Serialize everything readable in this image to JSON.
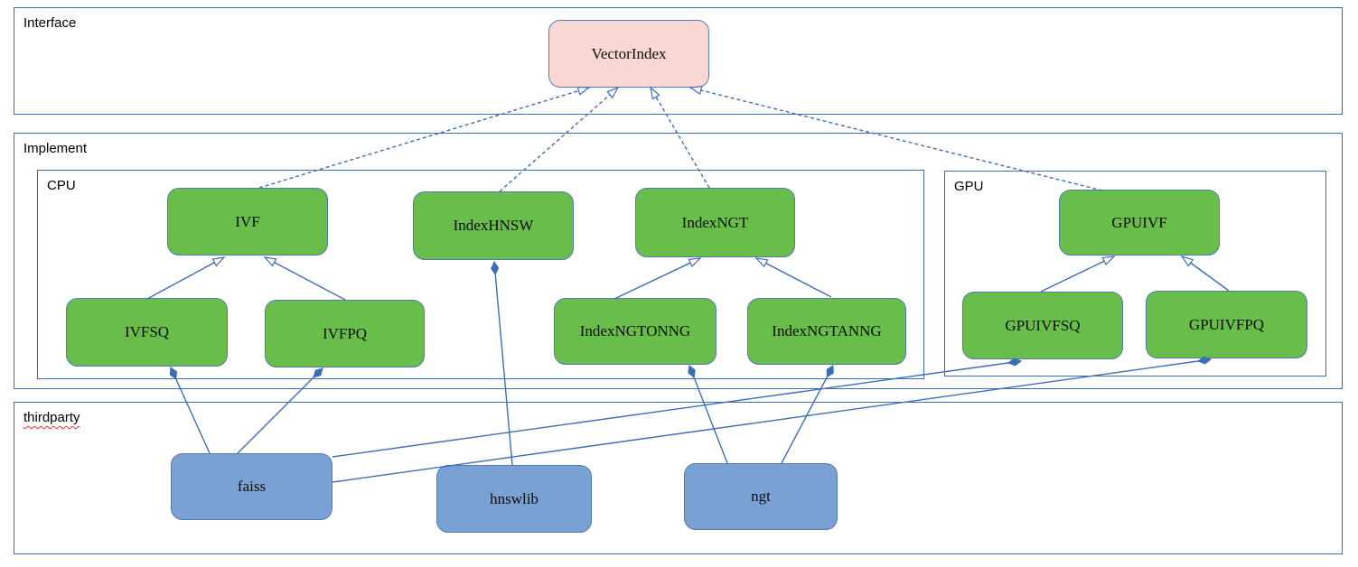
{
  "diagram": {
    "groups": {
      "interface": {
        "label": "Interface"
      },
      "implement": {
        "label": "Implement"
      },
      "cpu": {
        "label": "CPU"
      },
      "gpu": {
        "label": "GPU"
      },
      "thirdparty": {
        "label": "thirdparty"
      }
    },
    "nodes": {
      "vectorindex": {
        "label": "VectorIndex",
        "kind": "interface",
        "group": "interface"
      },
      "ivf": {
        "label": "IVF",
        "kind": "class",
        "group": "cpu"
      },
      "indexhnsw": {
        "label": "IndexHNSW",
        "kind": "class",
        "group": "cpu"
      },
      "indexngt": {
        "label": "IndexNGT",
        "kind": "class",
        "group": "cpu"
      },
      "ivfsq": {
        "label": "IVFSQ",
        "kind": "class",
        "group": "cpu"
      },
      "ivfpq": {
        "label": "IVFPQ",
        "kind": "class",
        "group": "cpu"
      },
      "indexngtonng": {
        "label": "IndexNGTONNG",
        "kind": "class",
        "group": "cpu"
      },
      "indexngtanng": {
        "label": "IndexNGTANNG",
        "kind": "class",
        "group": "cpu"
      },
      "gpuivf": {
        "label": "GPUIVF",
        "kind": "class",
        "group": "gpu"
      },
      "gpuivfsq": {
        "label": "GPUIVFSQ",
        "kind": "class",
        "group": "gpu"
      },
      "gpuivfpq": {
        "label": "GPUIVFPQ",
        "kind": "class",
        "group": "gpu"
      },
      "faiss": {
        "label": "faiss",
        "kind": "library",
        "group": "thirdparty"
      },
      "hnswlib": {
        "label": "hnswlib",
        "kind": "library",
        "group": "thirdparty"
      },
      "ngt": {
        "label": "ngt",
        "kind": "library",
        "group": "thirdparty"
      }
    },
    "edges": [
      {
        "source": "IVF",
        "target": "VectorIndex",
        "type": "realization"
      },
      {
        "source": "IndexHNSW",
        "target": "VectorIndex",
        "type": "realization"
      },
      {
        "source": "IndexNGT",
        "target": "VectorIndex",
        "type": "realization"
      },
      {
        "source": "GPUIVF",
        "target": "VectorIndex",
        "type": "realization"
      },
      {
        "source": "IVFSQ",
        "target": "IVF",
        "type": "generalization"
      },
      {
        "source": "IVFPQ",
        "target": "IVF",
        "type": "generalization"
      },
      {
        "source": "IndexNGTONNG",
        "target": "IndexNGT",
        "type": "generalization"
      },
      {
        "source": "IndexNGTANNG",
        "target": "IndexNGT",
        "type": "generalization"
      },
      {
        "source": "GPUIVFSQ",
        "target": "GPUIVF",
        "type": "generalization"
      },
      {
        "source": "GPUIVFPQ",
        "target": "GPUIVF",
        "type": "generalization"
      },
      {
        "source": "faiss",
        "target": "IVFSQ",
        "type": "composition"
      },
      {
        "source": "faiss",
        "target": "IVFPQ",
        "type": "composition"
      },
      {
        "source": "hnswlib",
        "target": "IndexHNSW",
        "type": "composition"
      },
      {
        "source": "ngt",
        "target": "IndexNGTONNG",
        "type": "composition"
      },
      {
        "source": "ngt",
        "target": "IndexNGTANNG",
        "type": "composition"
      },
      {
        "source": "faiss",
        "target": "GPUIVFSQ",
        "type": "composition"
      },
      {
        "source": "faiss",
        "target": "GPUIVFPQ",
        "type": "composition"
      }
    ]
  },
  "colors": {
    "line_blue": "#3d6eb5",
    "class_green_fill": "#69bd4a",
    "library_blue_fill": "#7aa1d4",
    "interface_pink_fill": "#f9d8d4",
    "spellcheck_red": "#d83931"
  }
}
